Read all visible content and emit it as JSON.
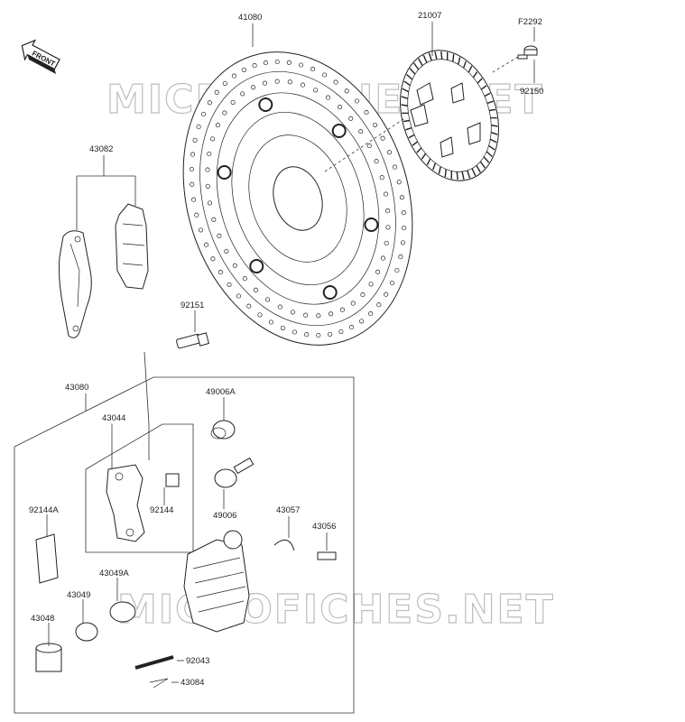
{
  "watermark": {
    "text_top": "MICROFICHES.NET",
    "text_bottom": "MICROFICHES.NET"
  },
  "front_arrow": {
    "text": "FRONT",
    "icon": "front-arrow-icon"
  },
  "labels": {
    "p41080": "41080",
    "p21007": "21007",
    "pF2292": "F2292",
    "p92150": "92150",
    "p43082": "43082",
    "p92151": "92151",
    "p43080": "43080",
    "p49006A": "49006A",
    "p43044": "43044",
    "p92144": "92144",
    "p49006": "49006",
    "p92144A": "92144A",
    "p43057": "43057",
    "p43056": "43056",
    "p43049A": "43049A",
    "p43049": "43049",
    "p43048": "43048",
    "p92043": "92043",
    "p43084": "43084"
  }
}
